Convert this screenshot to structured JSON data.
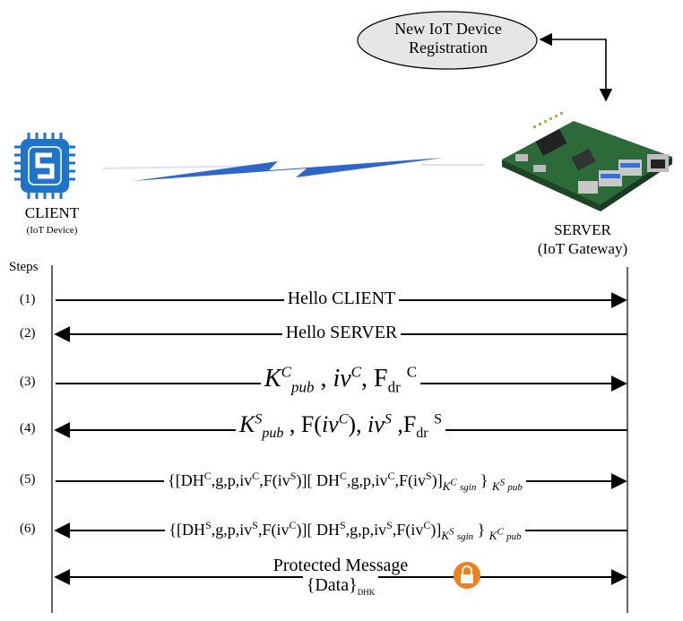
{
  "registration": {
    "line1": "New IoT Device",
    "line2": "Registration"
  },
  "client": {
    "title": "CLIENT",
    "subtitle": "(IoT Device)",
    "icon": "chip-icon"
  },
  "server": {
    "title": "SERVER",
    "subtitle": "(IoT Gateway)",
    "icon": "raspberry-pi-board"
  },
  "steps_label": "Steps",
  "steps": [
    {
      "num": "(1)",
      "direction": "client-to-server"
    },
    {
      "num": "(2)",
      "direction": "server-to-client"
    },
    {
      "num": "(3)",
      "direction": "client-to-server"
    },
    {
      "num": "(4)",
      "direction": "server-to-client"
    },
    {
      "num": "(5)",
      "direction": "client-to-server"
    },
    {
      "num": "(6)",
      "direction": "server-to-client"
    }
  ],
  "messages": {
    "m1": "Hello CLIENT",
    "m2": "Hello SERVER",
    "m3": {
      "K": "K",
      "sup": "C",
      "sub": "pub",
      "iv": "iv",
      "ivsup": "C",
      "F": "F",
      "Fsub": "dr",
      "Fsup": "C"
    },
    "m4": {
      "K": "K",
      "sup": "S",
      "sub": "pub",
      "Fiv": "F(",
      "iv": "iv",
      "ivsup": "C",
      "close": ")",
      "iv2": "iv",
      "iv2sup": "S",
      "F": "F",
      "Fsub": "dr",
      "Fsup": "S"
    },
    "m5": {
      "open": "{[DH",
      "s1": "C",
      "a": ",g,p,iv",
      "s2": "C",
      "b": ",F(iv",
      "s3": "S",
      "c": ")][ DH",
      "s4": "C",
      "d": ",g,p,iv",
      "s5": "C",
      "e": ",F(iv",
      "s6": "S",
      "f": ")]",
      "K1": "K",
      "K1sup": "C",
      "K1sub": "sgin",
      "brace": "}",
      "K2": "K",
      "K2sup": "S",
      "K2sub": "pub"
    },
    "m6": {
      "open": "{[DH",
      "s1": "S",
      "a": ",g,p,iv",
      "s2": "S",
      "b": ",F(iv",
      "s3": "C",
      "c": ")][ DH",
      "s4": "S",
      "d": ",g,p,iv",
      "s5": "S",
      "e": ",F(iv",
      "s6": "C",
      "f": ")]",
      "K1": "K",
      "K1sup": "S",
      "K1sub": "sgin",
      "brace": "}",
      "K2": "K",
      "K2sup": "C",
      "K2sub": "pub"
    },
    "protected_line1": "Protected Message",
    "protected_line2": "{Data}",
    "protected_sub": "DHK"
  },
  "colors": {
    "chip_blue": "#1f73c8",
    "lightning_blue": "#2f67c9",
    "lock_orange": "#f07f1f",
    "ellipse_fill": "#e6e6e6",
    "board_green": "#2c6a3a"
  }
}
